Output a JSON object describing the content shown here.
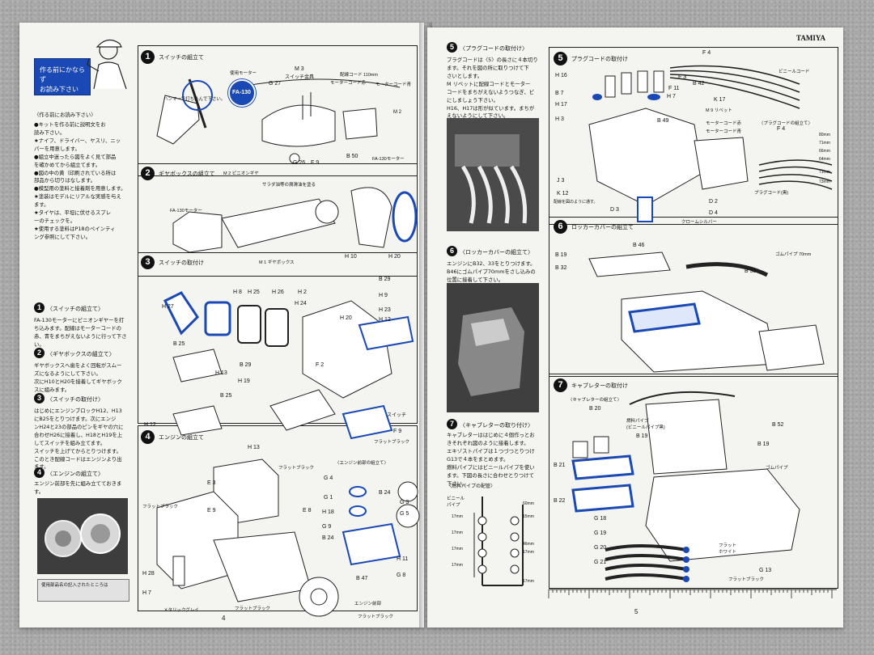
{
  "brand": "TAMIYA",
  "left_page": {
    "page_number": "4",
    "intro": {
      "banner_title": "作る前にかならず\nお読み下さい",
      "heading": "〈作る前にお読み下さい〉",
      "paragraphs": "●キットを作る前に説明文をお\n読み下さい。\n★ナイフ、ドライバー、ヤスリ、ニッ\nパーを用意します。\n●組立中迷ったら図をよく見て部品\nを確かめてから組立てます。\n●図の中の黄（印刷されている所は\n部品から切りはなします。\n●模型用の塗料と接着剤を用意します。\n★塗装はモデルにリアルな実感を与え\nます。\n★タイヤは、平坦に伏せるスプレ\nーのチェックを。\n★使用する塗料はP18のペインティ\nング参照にして下さい。",
      "steps": [
        {
          "n": "1",
          "title": "〈スイッチの組立て〉",
          "text": "FA-130モーターにピニオンギヤーを打\nち込みます。配線はモーターコードの\n赤、青をまちがえないように行って下さ\nい。"
        },
        {
          "n": "2",
          "title": "〈ギヤボックスの組立て〉",
          "text": "ギヤボックスへ歯をよく回転がスムー\nズになるようにして下さい。\n次にH10とH20を接着してギヤボック\nスに組みます。"
        },
        {
          "n": "3",
          "title": "〈スイッチの取付け〉",
          "text": "はじめにエンジンブロックH12、H13\nにB25をとりつけます。次にエンジ\nンH24と23の部品のピンをギヤの穴に\n合わせH26に接着し、H18とH19を上\nしてスイッチを組み立てます。\nスイッチを上げてからとりつけます。\nこのとき配線コードはエンジンより出\nます。"
        },
        {
          "n": "4",
          "title": "〈エンジンの組立て〉",
          "text": "エンジン前部を先に組み立てておきま\nす。"
        }
      ],
      "footer_note": "使用部品名の記入されたところは"
    },
    "sections": [
      {
        "n": "1",
        "title": "スイッチの組立て"
      },
      {
        "n": "2",
        "title": "ギヤボックスの組立て"
      },
      {
        "n": "3",
        "title": "スイッチの取付け"
      },
      {
        "n": "4",
        "title": "エンジンの組立て"
      }
    ],
    "labels": {
      "s1": [
        "M 3",
        "スイッチ金具",
        "G 27",
        "使用モーター",
        "配線コード 110mm",
        "モーターコード赤",
        "モーターコード青",
        "FA-130",
        "M 2",
        "G 26",
        "F 9",
        "B 50",
        "FA-130モーター",
        "M 2 ピニオンギヤ",
        "ハンマーで打ち込んで下さい。"
      ],
      "s2": [
        "サラダ油等の潤滑油を塗る",
        "FA-130モーター",
        "M 1 ギヤボックス",
        "H 10",
        "H 20"
      ],
      "s3": [
        "H 8",
        "H 25",
        "H 26",
        "H 2",
        "H 27",
        "H 24",
        "B 29",
        "H 9",
        "H 23",
        "H 20",
        "H 12",
        "B 25",
        "H 13",
        "B 29",
        "F 2",
        "H 19",
        "B 25",
        "H 12",
        "H 13",
        "スイッチ",
        "F 9",
        "フラットブラック"
      ],
      "s4": [
        "フラットブラック",
        "E 3",
        "E 9",
        "E 8",
        "フラットブラック",
        "H 28",
        "H 7",
        "メタリックグレイ",
        "フラットブラック",
        "〈エンジン前部の組立て〉",
        "G 4",
        "G 1",
        "B 24",
        "G 3",
        "H 18",
        "G 5",
        "G 9",
        "B 24",
        "H 11",
        "G 8",
        "B 47",
        "エンジン前部",
        "フラットブラック"
      ]
    }
  },
  "right_page": {
    "page_number": "5",
    "col_left": {
      "s5": {
        "n": "5",
        "title": "〈プラグコードの取付け〉",
        "text": "プラグコードは〈5〉の長さに４本切り\nます。それを図の所に取りつけて下\nさいとします。\nM リベットに配線コードとモーター\nコードをまちがえないようつなぎ、ビ\nにしましょう下さい。\nH16、H17は形が似ています。まちが\nえないようにして下さい。"
      },
      "s6": {
        "n": "6",
        "title": "〈ロッカーカバーの組立て〉",
        "text": "エンジンにB32、33をとりつけます。\nB46にゴムパイプ70mmをさし込みの\n位置に接着して下さい。"
      },
      "s7": {
        "n": "7",
        "title": "〈キャブレターの取り付け〉",
        "text": "キャブレターははじめに４個作っとお\nきそれぞれ図のように接着します。\nエキゾストパイプは１つづつとりつけ\nG13で４本をまとめます。\n燃料パイプにはビニールパイプを使い\nます。下図の長さに合わせとりつけて\n下さい。"
      },
      "fuel_title": "〈燃料パイプの配管〉",
      "fuel_labels": [
        "ビニール\nパイプ",
        "60mm",
        "17mm",
        "15mm",
        "17mm",
        "46mm",
        "17mm",
        "17mm",
        "17mm",
        "17mm"
      ]
    },
    "sections": [
      {
        "n": "5",
        "title": "プラグコードの取付け"
      },
      {
        "n": "6",
        "title": "ロッカーカバーの組立て"
      },
      {
        "n": "7",
        "title": "キャブレターの取付け"
      }
    ],
    "labels": {
      "s5": [
        "F 4",
        "ビニールコード",
        "H 16",
        "F 3",
        "B 42",
        "F 11",
        "H 7",
        "B 7",
        "K 17",
        "H 17",
        "M 9 リベット",
        "モーターコード赤",
        "モーターコード青",
        "H 3",
        "B 49",
        "〈プラグコードの組立て〉",
        "F 4",
        "J 3",
        "K 12",
        "D 2",
        "配線を図のように通す。",
        "D 3",
        "D 4",
        "クロームシルバー",
        "プラグコード(黒)",
        "80mm",
        "71mm",
        "66mm",
        "64mm",
        "71mm",
        "73mm"
      ],
      "s6": [
        "B 46",
        "ゴムパイプ 70mm",
        "B 19",
        "B 32",
        "B 33"
      ],
      "s7": [
        "〈キャブレターの組立て〉",
        "B 20",
        "燃料パイプ\n(ビニールパイプ黒)",
        "B 52",
        "B 19",
        "B 19",
        "B 21",
        "ゴムパイプ",
        "B 22",
        "G 18",
        "G 19",
        "G 20",
        "G 21",
        "フラット\nホワイト",
        "G 13",
        "フラットブラック"
      ]
    }
  }
}
